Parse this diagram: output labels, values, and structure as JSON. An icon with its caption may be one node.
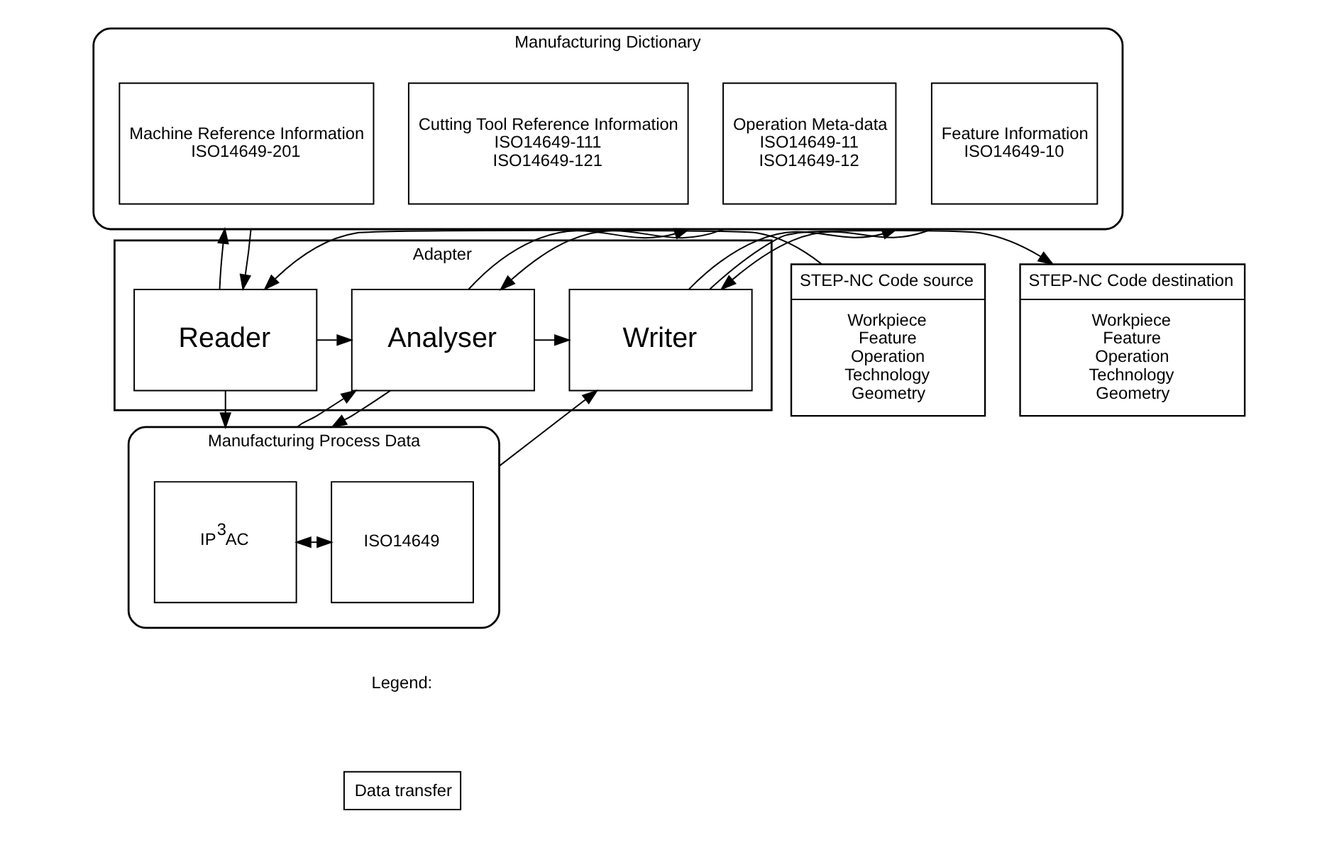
{
  "diagram": {
    "nodes": [
      {
        "text": [
          "Manufacturing Dictionary"
        ]
      },
      {
        "text": [
          "Machine Reference Information",
          "ISO14649-201"
        ],
        "in": 0
      },
      {
        "text": [
          "Cutting Tool Reference Information",
          "ISO14649-111",
          "ISO14649-121"
        ],
        "in": 0
      },
      {
        "text": [
          "Operation Meta-data",
          "ISO14649-11",
          "ISO14649-12"
        ],
        "in": 0
      },
      {
        "text": [
          "Feature Information",
          "ISO14649-10"
        ],
        "in": 0
      },
      {
        "text": [
          "STEP-NC Code source",
          "Workpiece",
          "Feature",
          "Operation",
          "Technology",
          "Geometry"
        ]
      },
      {
        "text": [
          "Adapter"
        ]
      },
      {
        "text": [
          "Reader"
        ],
        "in": 6
      },
      {
        "text": [
          "Analyser"
        ],
        "in": 6
      },
      {
        "text": [
          "Writer"
        ],
        "in": 6
      },
      {
        "text": [
          "STEP-NC Code destination",
          "Workpiece",
          "Feature",
          "Operation",
          "Technology",
          "Geometry"
        ]
      },
      {
        "text": [
          "Manufacturing Process Data"
        ]
      },
      {
        "text": [
          "IP$^{3}$AC"
        ],
        "in": 11
      },
      {
        "text": [
          "ISO14649"
        ],
        "in": 11
      }
    ],
    "edges": [
      {
        "from": 0,
        "to": 7,
        "arrow": "to"
      },
      {
        "from": 7,
        "to": 0,
        "arrow": "to"
      },
      {
        "from": 0,
        "to": 8,
        "arrow": "to"
      },
      {
        "from": 8,
        "to": 0,
        "arrow": "to"
      },
      {
        "from": 0,
        "to": 9,
        "arrow": "to"
      },
      {
        "from": 9,
        "to": 0,
        "arrow": "to"
      },
      {
        "from": 5,
        "to": 7,
        "arrow": "to"
      },
      {
        "from": 7,
        "to": 8,
        "arrow": "to"
      },
      {
        "from": 8,
        "to": 9,
        "arrow": "to"
      },
      {
        "from": 9,
        "to": 10,
        "arrow": "to"
      },
      {
        "from": 7,
        "to": 11,
        "arrow": "to"
      },
      {
        "from": 8,
        "to": 11,
        "arrow": "to"
      },
      {
        "from": 11,
        "to": 8,
        "arrow": "to"
      },
      {
        "from": 11,
        "to": 9,
        "arrow": "to"
      },
      {
        "from": 12,
        "to": 13,
        "arrow": "both"
      }
    ],
    "labels": [
      "Legend:"
    ],
    "legend": [
      {
        "text": "Data transfer"
      }
    ]
  }
}
